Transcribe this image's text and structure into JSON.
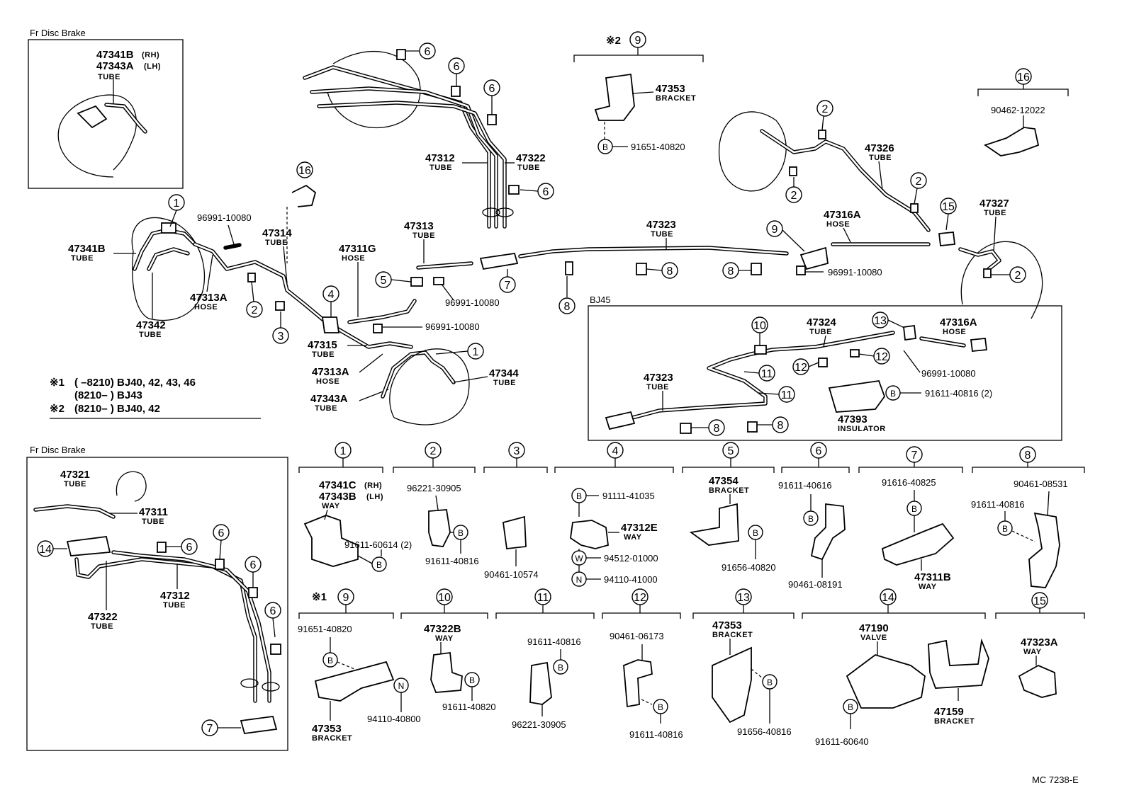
{
  "inset_top": {
    "title": "Fr Disc Brake",
    "part": "47341B",
    "rh": "(RH)",
    "part2": "47343A",
    "lh": "(LH)",
    "sub": "TUBE"
  },
  "inset_bottom": {
    "title": "Fr Disc Brake",
    "labels": [
      {
        "num": "47321",
        "sub": "TUBE"
      },
      {
        "num": "47311",
        "sub": "TUBE"
      },
      {
        "num": "47312",
        "sub": "TUBE"
      },
      {
        "num": "47322",
        "sub": "TUBE"
      }
    ]
  },
  "callouts_main": {
    "c1": "1",
    "c2": "2",
    "c3": "3",
    "c4": "4",
    "c5": "5",
    "c6": "6",
    "c7": "7",
    "c8": "8",
    "c9": "9",
    "c10": "10",
    "c11": "11",
    "c12": "12",
    "c13": "13",
    "c14": "14",
    "c15": "15",
    "c16": "16"
  },
  "main_labels": [
    {
      "num": "47341B",
      "sub": "TUBE"
    },
    {
      "num": "47342",
      "sub": "TUBE"
    },
    {
      "num": "47313A",
      "sub": "HOSE"
    },
    {
      "num": "47314",
      "sub": "TUBE"
    },
    {
      "num": "47311G",
      "sub": "HOSE"
    },
    {
      "num": "47313",
      "sub": "TUBE"
    },
    {
      "num": "47315",
      "sub": "TUBE"
    },
    {
      "num": "47313A",
      "sub": "HOSE"
    },
    {
      "num": "47343A",
      "sub": "TUBE"
    },
    {
      "num": "47344",
      "sub": "TUBE"
    },
    {
      "num": "47312",
      "sub": "TUBE"
    },
    {
      "num": "47322",
      "sub": "TUBE"
    },
    {
      "num": "47323",
      "sub": "TUBE"
    },
    {
      "num": "47316A",
      "sub": "HOSE"
    },
    {
      "num": "47326",
      "sub": "TUBE"
    },
    {
      "num": "47327",
      "sub": "TUBE"
    },
    {
      "num": "47353",
      "sub": "BRACKET"
    }
  ],
  "part_numbers": {
    "p96991_a": "96991-10080",
    "p96991_b": "96991-10080",
    "p96991_c": "96991-10080",
    "p96991_d": "96991-10080",
    "p96991_e": "96991-10080",
    "p91651": "91651-40820",
    "p90462": "90462-12022"
  },
  "bj45": {
    "title": "BJ45",
    "labels": [
      {
        "num": "47324",
        "sub": "TUBE"
      },
      {
        "num": "47316A",
        "sub": "HOSE"
      },
      {
        "num": "47323",
        "sub": "TUBE"
      },
      {
        "num": "47393",
        "sub": "INSULATOR"
      }
    ],
    "pn_hose": "96991-10080",
    "pn_insulator": "91611-40816 (2)"
  },
  "notes": {
    "n1_mark": "※1",
    "n1_a": "(        –8210) BJ40, 42, 43, 46",
    "n1_b": "(8210–        ) BJ43",
    "n2_mark": "※2",
    "n2": "(8210–        ) BJ40, 42",
    "top_mark": "※2"
  },
  "detail_row1": [
    {
      "num": "1",
      "part": "47341C",
      "rh": "(RH)",
      "part2": "47343B",
      "lh": "(LH)",
      "sub": "WAY",
      "pn1": "91611-60614 (2)"
    },
    {
      "num": "2",
      "pn_top": "96221-30905",
      "pn_bot": "91611-40816"
    },
    {
      "num": "3",
      "pn_bot": "90461-10574"
    },
    {
      "num": "4",
      "pn_b": "91111-41035",
      "part": "47312E",
      "sub": "WAY",
      "pn_w": "94512-01000",
      "pn_n": "94110-41000"
    },
    {
      "num": "5",
      "part": "47354",
      "sub": "BRACKET",
      "pn_bot": "91656-40820"
    },
    {
      "num": "6",
      "pn_top": "91611-40616",
      "pn_bot": "90461-08191"
    },
    {
      "num": "7",
      "pn_top": "91616-40825",
      "part": "47311B",
      "sub": "WAY"
    },
    {
      "num": "8",
      "pn_top": "90461-08531",
      "pn_b": "91611-40816"
    }
  ],
  "detail_row2": [
    {
      "num": "9",
      "mark": "※1",
      "pn_top": "91651-40820",
      "part": "47353",
      "sub": "BRACKET",
      "pn_n": "94110-40800"
    },
    {
      "num": "10",
      "part": "47322B",
      "sub": "WAY",
      "pn_b": "91611-40820"
    },
    {
      "num": "11",
      "pn_top": "91611-40816",
      "pn_bot": "96221-30905"
    },
    {
      "num": "12",
      "pn_top": "90461-06173",
      "pn_bot": "91611-40816"
    },
    {
      "num": "13",
      "part": "47353",
      "sub": "BRACKET",
      "pn_bot": "91656-40816"
    },
    {
      "num": "14",
      "part": "47190",
      "sub": "VALVE",
      "pn_bot": "91611-60640",
      "part2": "47159",
      "sub2": "BRACKET"
    },
    {
      "num": "15",
      "part": "47323A",
      "sub": "WAY"
    }
  ],
  "circle_letters": {
    "b": "B",
    "w": "W",
    "n": "N"
  },
  "footer": "MC  7238-E"
}
